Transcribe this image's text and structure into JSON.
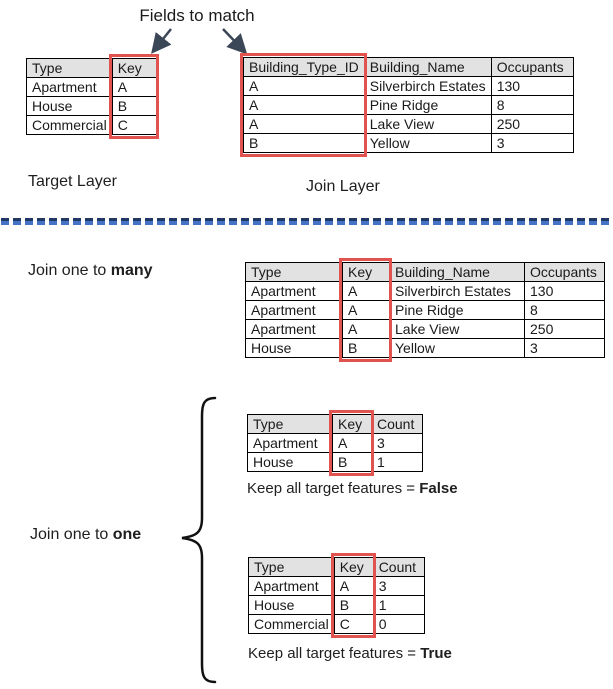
{
  "captions": {
    "fields_to_match": "Fields to match",
    "target_layer": "Target Layer",
    "join_layer": "Join Layer",
    "join_many": {
      "prefix": "Join one to ",
      "bold": "many"
    },
    "join_one": {
      "prefix": "Join one to ",
      "bold": "one"
    },
    "keep_false": {
      "prefix": "Keep all target features = ",
      "bold": "False"
    },
    "keep_true": {
      "prefix": "Keep all target features = ",
      "bold": "True"
    }
  },
  "tables": {
    "target": {
      "headers": [
        "Type",
        "Key"
      ],
      "rows": [
        [
          "Apartment",
          "A"
        ],
        [
          "House",
          "B"
        ],
        [
          "Commercial",
          "C"
        ]
      ],
      "highlight_col": 1
    },
    "join": {
      "headers": [
        "Building_Type_ID",
        "Building_Name",
        "Occupants"
      ],
      "rows": [
        [
          "A",
          "Silverbirch Estates",
          "130"
        ],
        [
          "A",
          "Pine Ridge",
          "8"
        ],
        [
          "A",
          "Lake View",
          "250"
        ],
        [
          "B",
          "Yellow",
          "3"
        ]
      ],
      "highlight_col": 0
    },
    "one_to_many": {
      "headers": [
        "Type",
        "Key",
        "Building_Name",
        "Occupants"
      ],
      "rows": [
        [
          "Apartment",
          "A",
          "Silverbirch Estates",
          "130"
        ],
        [
          "Apartment",
          "A",
          "Pine Ridge",
          "8"
        ],
        [
          "Apartment",
          "A",
          "Lake View",
          "250"
        ],
        [
          "House",
          "B",
          "Yellow",
          "3"
        ]
      ],
      "highlight_col": 1
    },
    "one_to_one_false": {
      "headers": [
        "Type",
        "Key",
        "Count"
      ],
      "rows": [
        [
          "Apartment",
          "A",
          "3"
        ],
        [
          "House",
          "B",
          "1"
        ]
      ],
      "highlight_col": 1
    },
    "one_to_one_true": {
      "headers": [
        "Type",
        "Key",
        "Count"
      ],
      "rows": [
        [
          "Apartment",
          "A",
          "3"
        ],
        [
          "House",
          "B",
          "1"
        ],
        [
          "Commercial",
          "C",
          "0"
        ]
      ],
      "highlight_col": 1
    }
  },
  "colors": {
    "highlight_red": "#e0534e",
    "header_gray": "#e2e2e2",
    "divider_navy": "#1f3864",
    "divider_blue": "#4472c4",
    "arrow_slate": "#3b4657"
  }
}
